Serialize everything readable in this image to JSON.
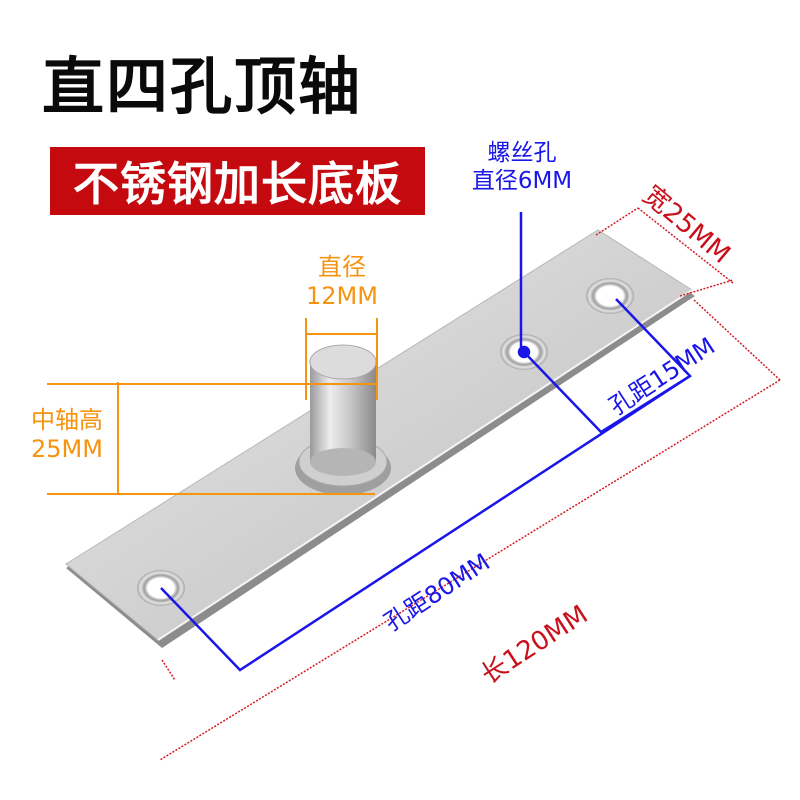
{
  "title": "直四孔顶轴",
  "banner": "不锈钢加长底板",
  "annotations": {
    "shaft_diameter": {
      "line1": "直径",
      "line2": "12MM",
      "color": "#f6930f"
    },
    "shaft_height": {
      "line1": "中轴高",
      "line2": "25MM",
      "color": "#f6930f"
    },
    "screw_hole": {
      "line1": "螺丝孔",
      "line2": "直径6MM",
      "color": "#1a16e8"
    },
    "hole_spacing_short": {
      "text": "孔距15MM",
      "color": "#1a16e8"
    },
    "hole_spacing_long": {
      "text": "孔距80MM",
      "color": "#1a16e8"
    },
    "width": {
      "text": "宽25MM",
      "color": "#c9101a"
    },
    "length": {
      "text": "长120MM",
      "color": "#c9101a"
    }
  },
  "colors": {
    "banner_bg": "#c4090f",
    "steel_light": "#e2e2e2",
    "steel_mid": "#c4c4c4",
    "steel_dark": "#8f8f8f"
  }
}
